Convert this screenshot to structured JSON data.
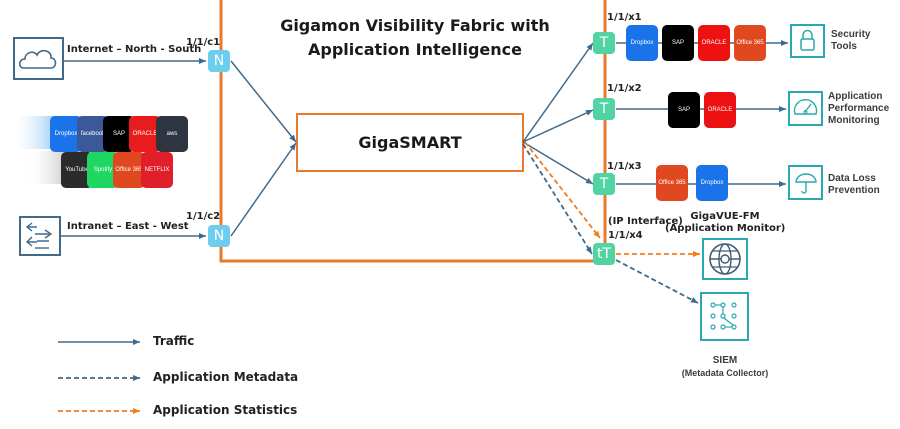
{
  "title": {
    "line1": "Gigamon Visibility Fabric with",
    "line2": "Application Intelligence"
  },
  "gigasmart": {
    "label": "GigaSMART"
  },
  "sources": [
    {
      "name": "internet",
      "icon": "cloud-icon",
      "label": "Internet – North - South",
      "port": "1/1/c1",
      "node": "N"
    },
    {
      "name": "intranet",
      "icon": "switch-icon",
      "label": "Intranet – East - West",
      "port": "1/1/c2",
      "node": "N"
    }
  ],
  "app_cloud": {
    "row1": [
      {
        "label": "Dropbox",
        "color": "#1a73e8"
      },
      {
        "label": "facebook",
        "color": "#3b5998"
      },
      {
        "label": "SAP",
        "color": "#000000"
      },
      {
        "label": "ORACLE",
        "color": "#e81c1c"
      },
      {
        "label": "aws",
        "color": "#2e3440"
      }
    ],
    "row2": [
      {
        "label": "YouTube",
        "color": "#2b2b2b"
      },
      {
        "label": "Spotify",
        "color": "#1ed760"
      },
      {
        "label": "Office 365",
        "color": "#e0491f"
      },
      {
        "label": "NETFLIX",
        "color": "#e01f2b"
      }
    ]
  },
  "outputs": [
    {
      "port": "1/1/x1",
      "node": "T",
      "apps": [
        {
          "label": "Dropbox",
          "color": "#1a73e8"
        },
        {
          "label": "SAP",
          "color": "#000000"
        },
        {
          "label": "ORACLE",
          "color": "#ee1111"
        },
        {
          "label": "Office 365",
          "color": "#e0491f"
        }
      ],
      "dest_icon": "lock-icon",
      "dest_label": [
        "Security",
        "Tools"
      ]
    },
    {
      "port": "1/1/x2",
      "node": "T",
      "apps": [
        {
          "label": "SAP",
          "color": "#000000"
        },
        {
          "label": "ORACLE",
          "color": "#ee1111"
        }
      ],
      "dest_icon": "gauge-icon",
      "dest_label": [
        "Application",
        "Performance",
        "Monitoring"
      ]
    },
    {
      "port": "1/1/x3",
      "node": "T",
      "apps": [
        {
          "label": "Office 365",
          "color": "#e0491f"
        },
        {
          "label": "Dropbox",
          "color": "#1a73e8"
        }
      ],
      "dest_icon": "umbrella-icon",
      "dest_label": [
        "Data Loss",
        "Prevention"
      ]
    }
  ],
  "ip_interface": {
    "label": "(IP Interface)",
    "port": "1/1/x4",
    "node": "tT"
  },
  "gigavue_fm": {
    "line1": "GigaVUE-FM",
    "line2": "(Application Monitor)",
    "icon": "globe-icon"
  },
  "siem": {
    "line1": "SIEM",
    "line2": "(Metadata Collector)",
    "icon": "network-nodes-icon"
  },
  "legend": [
    {
      "label": "Traffic",
      "style": "solid",
      "color": "#41698a"
    },
    {
      "label": "Application Metadata",
      "style": "dashed",
      "color": "#41698a"
    },
    {
      "label": "Application Statistics",
      "style": "dashed",
      "color": "#f07d1e"
    }
  ],
  "colors": {
    "frame": "#e87a2e",
    "traffic": "#41698a",
    "stats": "#f07d1e",
    "teal_icon": "#2aa8b0",
    "node_n": "#6ccdee",
    "node_t": "#52d3a4"
  }
}
